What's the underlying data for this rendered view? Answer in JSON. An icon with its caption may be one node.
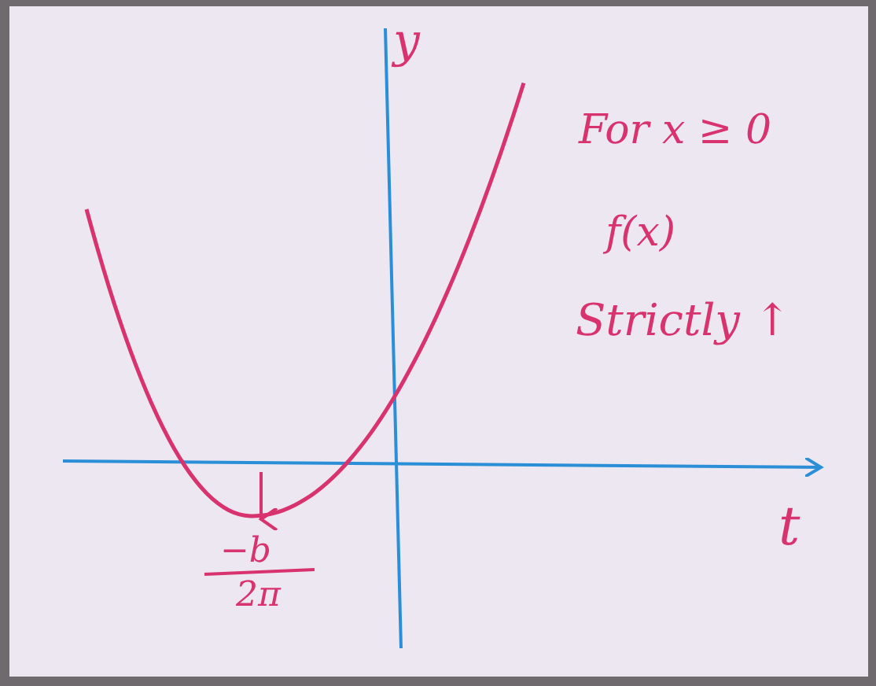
{
  "diagram": {
    "labels": [
      "y",
      "For x ≥ 0",
      "f(x)",
      "Strictly ↑",
      "t",
      "−b",
      "2π"
    ]
  }
}
